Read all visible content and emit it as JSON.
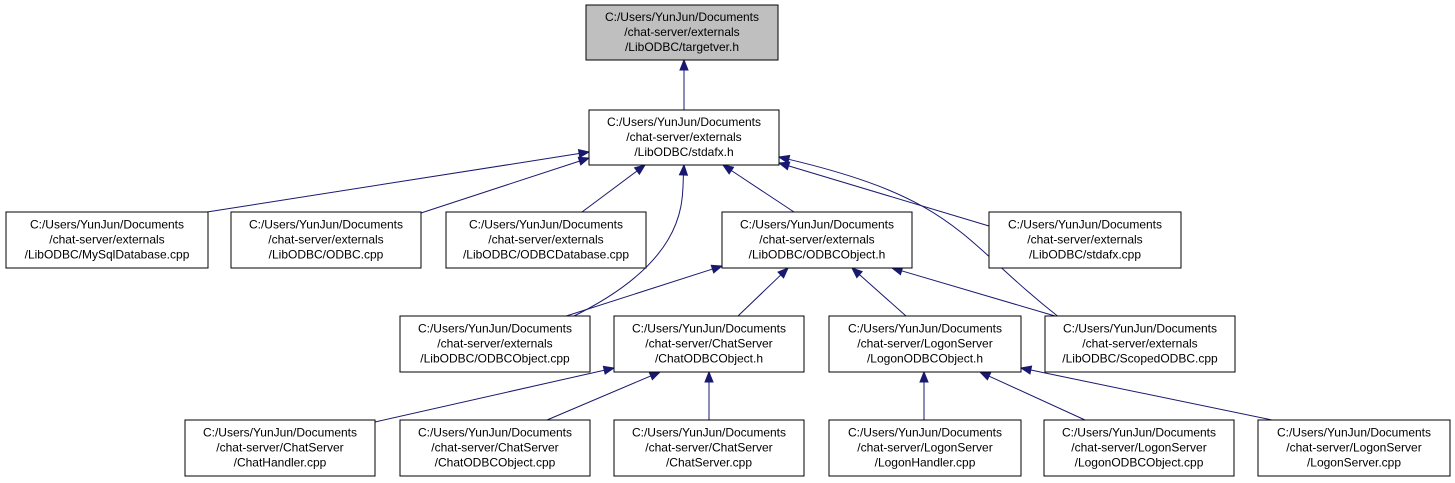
{
  "graph": {
    "colors": {
      "edge": "#191970",
      "root_fill": "#bfbfbf",
      "node_fill": "#ffffff",
      "border": "#000000"
    },
    "nodes": [
      {
        "id": "targetver_h",
        "root": true,
        "lines": [
          "C:/Users/YunJun/Documents",
          "/chat-server/externals",
          "/LibODBC/targetver.h"
        ]
      },
      {
        "id": "stdafx_h",
        "lines": [
          "C:/Users/YunJun/Documents",
          "/chat-server/externals",
          "/LibODBC/stdafx.h"
        ]
      },
      {
        "id": "mysqldatabase_cpp",
        "lines": [
          "C:/Users/YunJun/Documents",
          "/chat-server/externals",
          "/LibODBC/MySqlDatabase.cpp"
        ]
      },
      {
        "id": "odbc_cpp",
        "lines": [
          "C:/Users/YunJun/Documents",
          "/chat-server/externals",
          "/LibODBC/ODBC.cpp"
        ]
      },
      {
        "id": "odbcdatabase_cpp",
        "lines": [
          "C:/Users/YunJun/Documents",
          "/chat-server/externals",
          "/LibODBC/ODBCDatabase.cpp"
        ]
      },
      {
        "id": "odbcobject_h",
        "lines": [
          "C:/Users/YunJun/Documents",
          "/chat-server/externals",
          "/LibODBC/ODBCObject.h"
        ]
      },
      {
        "id": "stdafx_cpp",
        "lines": [
          "C:/Users/YunJun/Documents",
          "/chat-server/externals",
          "/LibODBC/stdafx.cpp"
        ]
      },
      {
        "id": "odbcobject_cpp",
        "lines": [
          "C:/Users/YunJun/Documents",
          "/chat-server/externals",
          "/LibODBC/ODBCObject.cpp"
        ]
      },
      {
        "id": "chat_odbcobject_h",
        "lines": [
          "C:/Users/YunJun/Documents",
          "/chat-server/ChatServer",
          "/ChatODBCObject.h"
        ]
      },
      {
        "id": "logon_odbcobject_h",
        "lines": [
          "C:/Users/YunJun/Documents",
          "/chat-server/LogonServer",
          "/LogonODBCObject.h"
        ]
      },
      {
        "id": "scopedodbc_cpp",
        "lines": [
          "C:/Users/YunJun/Documents",
          "/chat-server/externals",
          "/LibODBC/ScopedODBC.cpp"
        ]
      },
      {
        "id": "chathandler_cpp",
        "lines": [
          "C:/Users/YunJun/Documents",
          "/chat-server/ChatServer",
          "/ChatHandler.cpp"
        ]
      },
      {
        "id": "chat_odbcobject_cpp",
        "lines": [
          "C:/Users/YunJun/Documents",
          "/chat-server/ChatServer",
          "/ChatODBCObject.cpp"
        ]
      },
      {
        "id": "chatserver_cpp",
        "lines": [
          "C:/Users/YunJun/Documents",
          "/chat-server/ChatServer",
          "/ChatServer.cpp"
        ]
      },
      {
        "id": "logonhandler_cpp",
        "lines": [
          "C:/Users/YunJun/Documents",
          "/chat-server/LogonServer",
          "/LogonHandler.cpp"
        ]
      },
      {
        "id": "logon_odbcobject_cpp",
        "lines": [
          "C:/Users/YunJun/Documents",
          "/chat-server/LogonServer",
          "/LogonODBCObject.cpp"
        ]
      },
      {
        "id": "logonserver_cpp",
        "lines": [
          "C:/Users/YunJun/Documents",
          "/chat-server/LogonServer",
          "/LogonServer.cpp"
        ]
      }
    ],
    "edges": [
      {
        "from": "stdafx_h",
        "to": "targetver_h"
      },
      {
        "from": "mysqldatabase_cpp",
        "to": "stdafx_h"
      },
      {
        "from": "odbc_cpp",
        "to": "stdafx_h"
      },
      {
        "from": "odbcdatabase_cpp",
        "to": "stdafx_h"
      },
      {
        "from": "odbcobject_cpp",
        "to": "stdafx_h"
      },
      {
        "from": "odbcobject_h",
        "to": "stdafx_h"
      },
      {
        "from": "scopedodbc_cpp",
        "to": "stdafx_h"
      },
      {
        "from": "stdafx_cpp",
        "to": "stdafx_h"
      },
      {
        "from": "odbcobject_cpp",
        "to": "odbcobject_h"
      },
      {
        "from": "chat_odbcobject_h",
        "to": "odbcobject_h"
      },
      {
        "from": "logon_odbcobject_h",
        "to": "odbcobject_h"
      },
      {
        "from": "scopedodbc_cpp",
        "to": "odbcobject_h"
      },
      {
        "from": "chathandler_cpp",
        "to": "chat_odbcobject_h"
      },
      {
        "from": "chat_odbcobject_cpp",
        "to": "chat_odbcobject_h"
      },
      {
        "from": "chatserver_cpp",
        "to": "chat_odbcobject_h"
      },
      {
        "from": "logonhandler_cpp",
        "to": "logon_odbcobject_h"
      },
      {
        "from": "logon_odbcobject_cpp",
        "to": "logon_odbcobject_h"
      },
      {
        "from": "logonserver_cpp",
        "to": "logon_odbcobject_h"
      }
    ]
  }
}
